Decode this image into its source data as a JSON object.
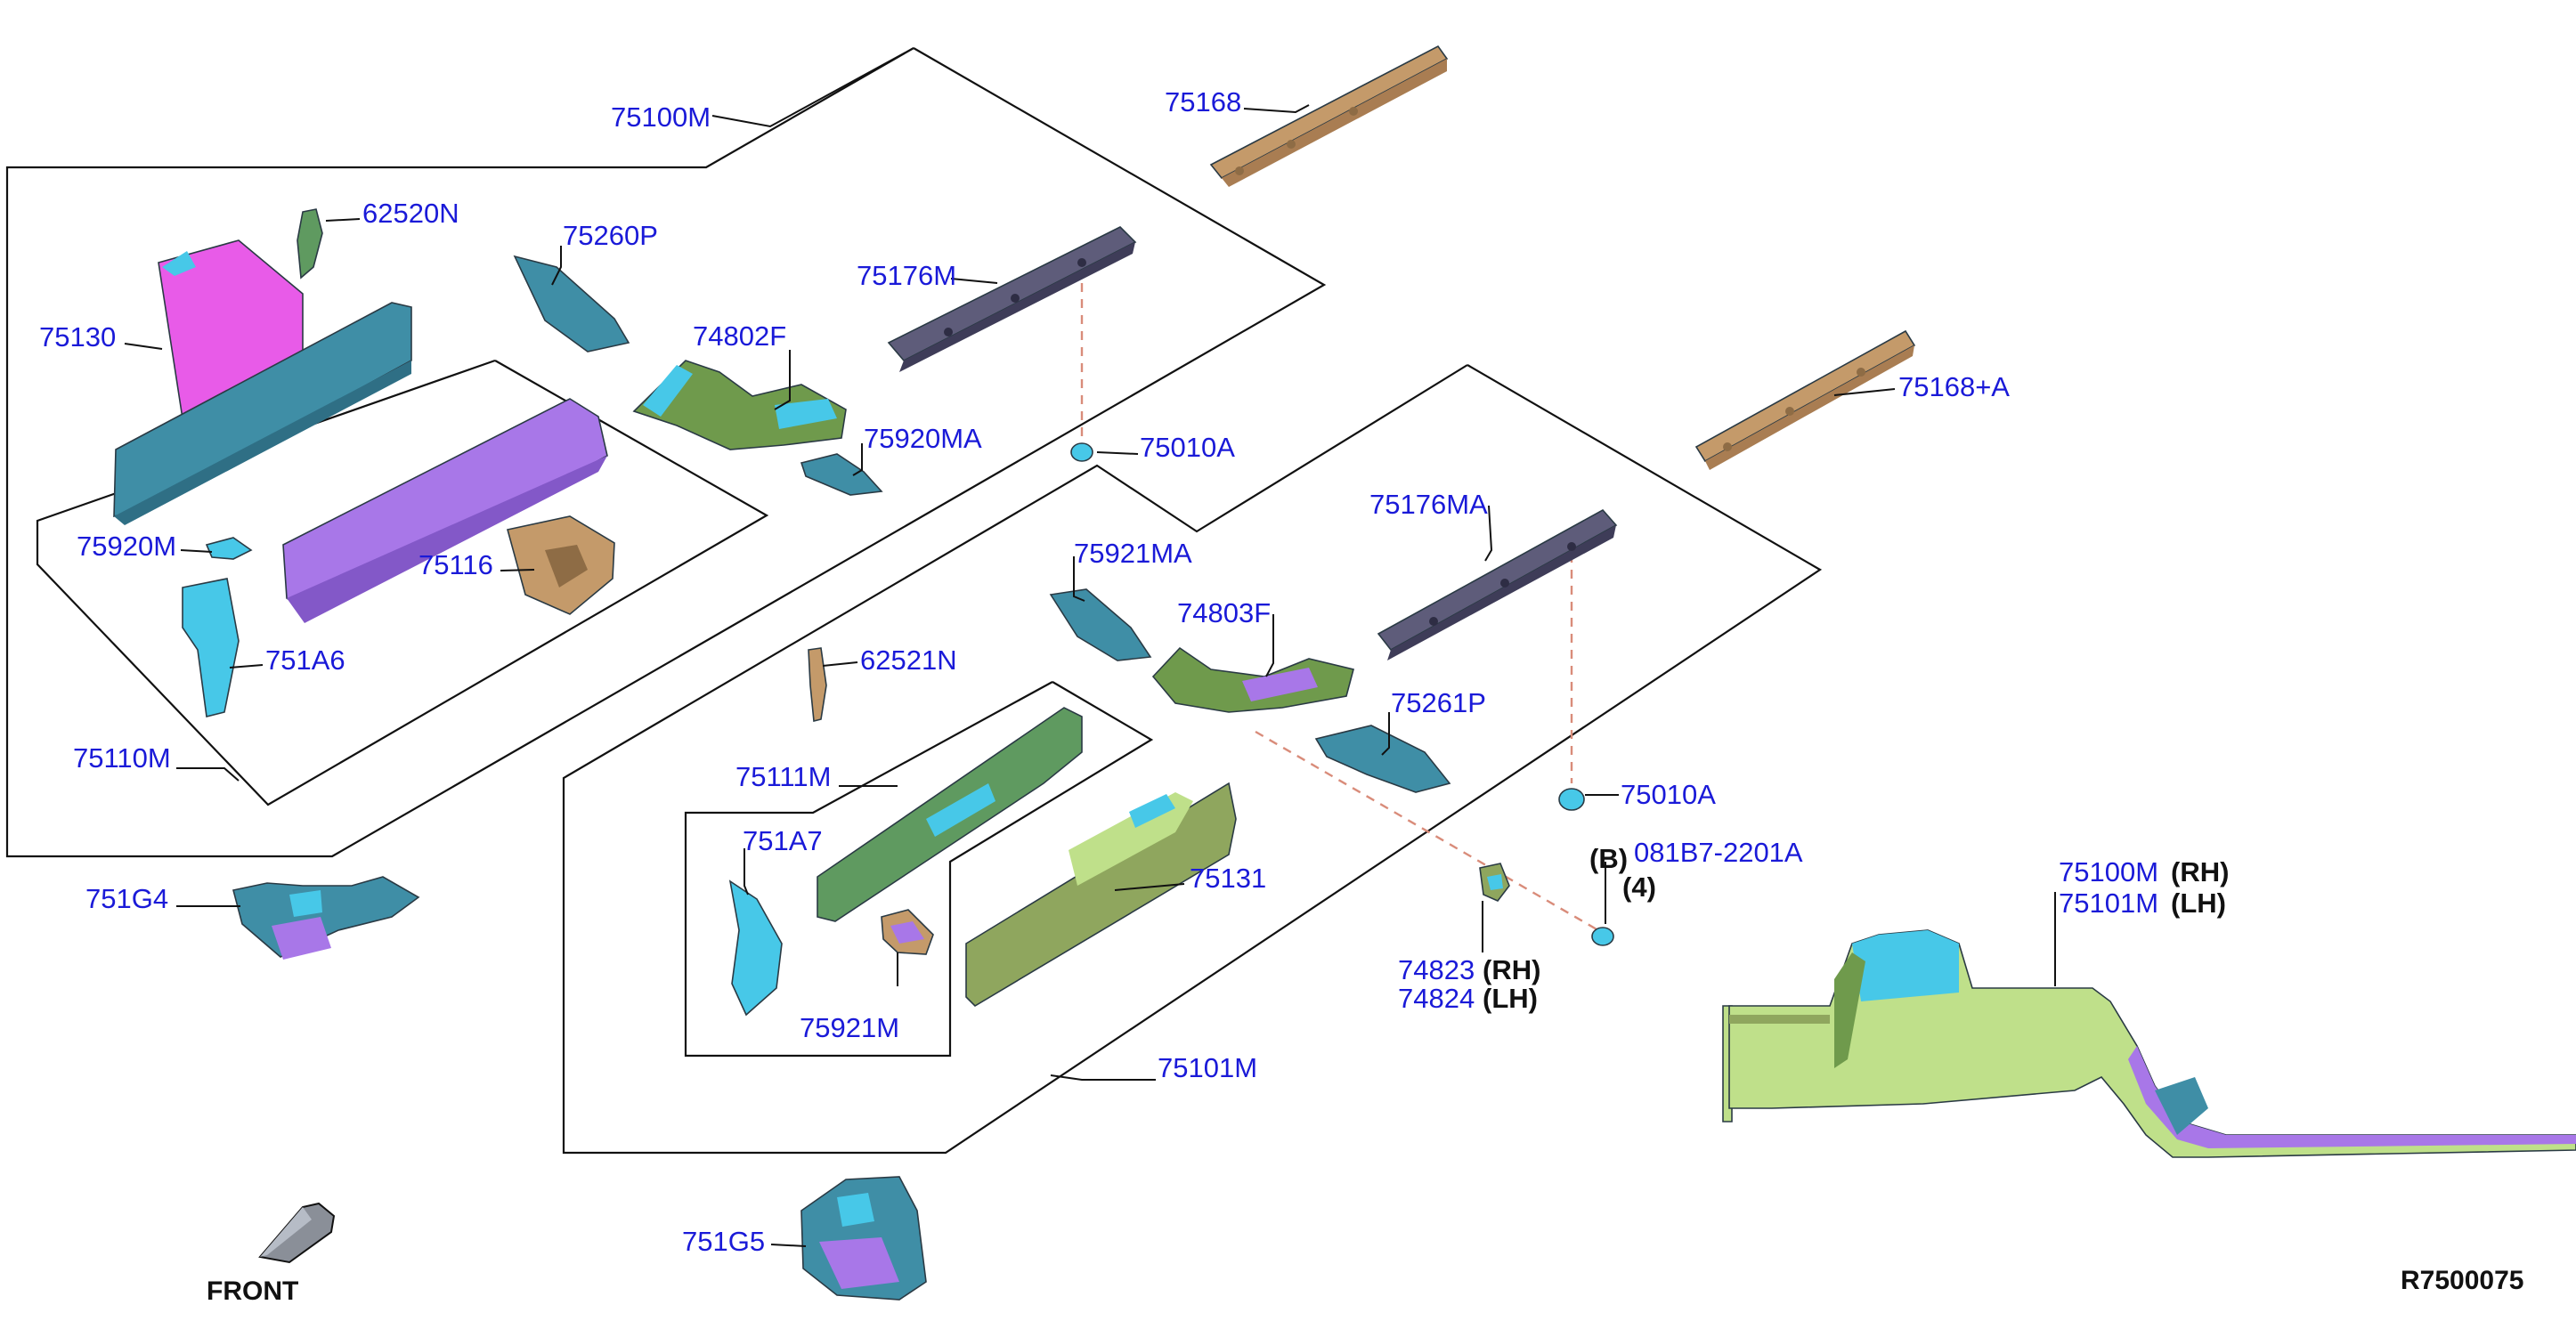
{
  "callouts": {
    "p75100M": "75100M",
    "p75168": "75168",
    "p62520N": "62520N",
    "p75260P": "75260P",
    "p75176M": "75176M",
    "p75130": "75130",
    "p74802F": "74802F",
    "p75168A": "75168+A",
    "p75920MA": "75920MA",
    "p75010A_1": "75010A",
    "p75920M": "75920M",
    "p75176MA": "75176MA",
    "p75116": "75116",
    "p75921MA": "75921MA",
    "p751A6": "751A6",
    "p74803F": "74803F",
    "p62521N": "62521N",
    "p75261P": "75261P",
    "p75110M": "75110M",
    "p75111M": "75111M",
    "p75010A_2": "75010A",
    "p751A7": "751A7",
    "p081B7": "081B7-2201A",
    "p751G4": "751G4",
    "p75131": "75131",
    "p75100M_rh": "75100M",
    "p75101M_lh": "75101M",
    "p74823": "74823",
    "p74824": "74824",
    "p75921M": "75921M",
    "p75101M": "75101M",
    "p751G5": "751G5"
  },
  "qualifiers": {
    "b": "(B)",
    "qty": "(4)",
    "rh1": "(RH)",
    "lh1": "(LH)",
    "rh2": "(RH)",
    "lh2": "(LH)"
  },
  "front_label": "FRONT",
  "diagram_code": "R7500075",
  "colors": {
    "teal": "#3f8ea6",
    "magenta": "#e85be8",
    "purple": "#a877e8",
    "green": "#6f9a4c",
    "olive": "#8fa65e",
    "tan": "#c49a6a",
    "slate": "#5e5c7a",
    "cyan": "#47c8e8",
    "lightgreen": "#bfe08a",
    "callout_blue": "#1a1ad8"
  }
}
